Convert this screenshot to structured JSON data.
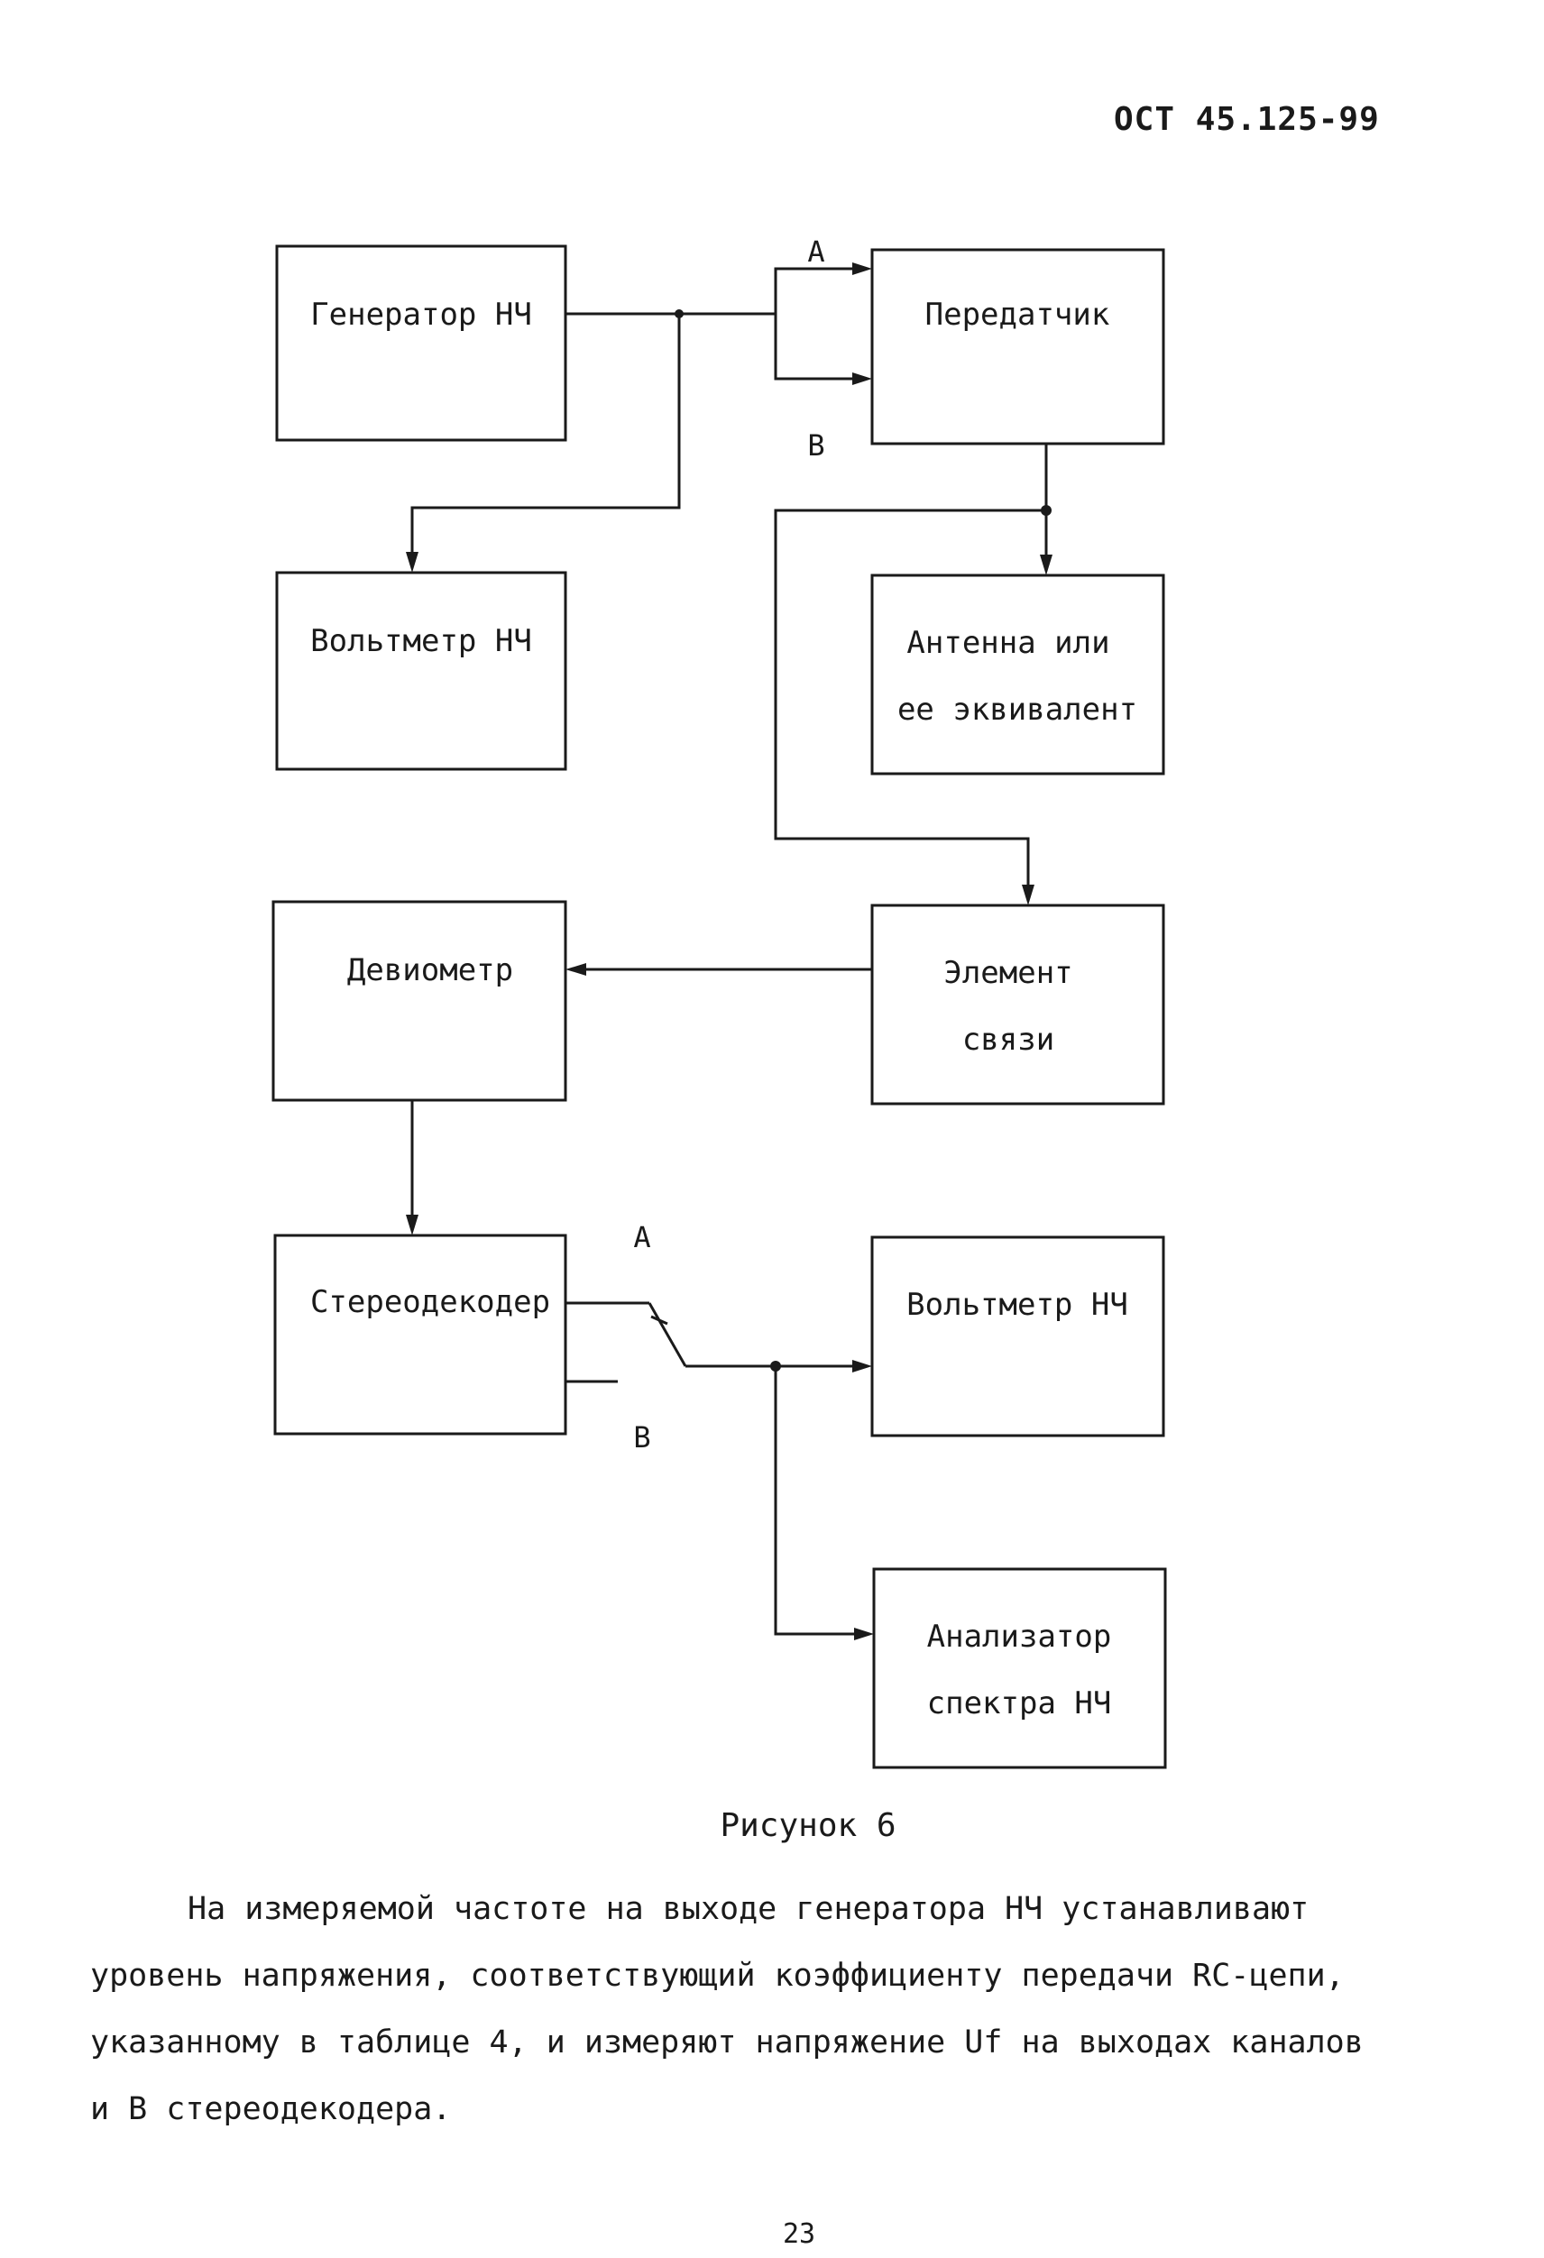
{
  "header": {
    "doc_code": "ОСТ 45.125-99"
  },
  "diagram": {
    "blocks": {
      "gen": [
        "Генератор НЧ"
      ],
      "tx": [
        "Передатчик"
      ],
      "volt1": [
        "Вольтметр НЧ"
      ],
      "ant": [
        "Антенна или",
        "ее эквивалент"
      ],
      "dev": [
        "Девиометр"
      ],
      "link": [
        "Элемент",
        "связи"
      ],
      "dec": [
        "Стереодекодер"
      ],
      "volt2": [
        "Вольтметр НЧ"
      ],
      "anl": [
        "Анализатор",
        "спектра НЧ"
      ]
    },
    "labels": {
      "a_top": "А",
      "b_top": "В",
      "a_bottom": "А",
      "b_bottom": "В"
    }
  },
  "caption": "Рисунок 6",
  "paragraph": {
    "lines": [
      "На измеряемой частоте на  выходе  генератора  НЧ  устанавливают",
      "уровень  напряжения,  соответствующий коэффициенту передачи RC-цепи,",
      "указанному в таблице 4,  и измеряют напряжение Uf на выходах каналов",
      "и В стереодекодера."
    ]
  },
  "page_number": "23"
}
